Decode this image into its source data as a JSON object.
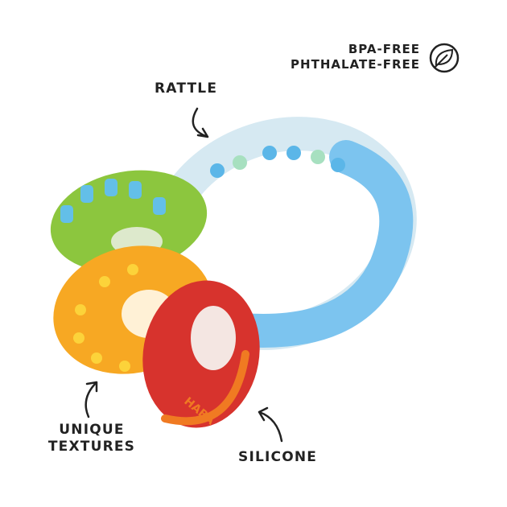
{
  "badge": {
    "line1": "BPA-FREE",
    "line2": "PHTHALATE-FREE",
    "icon": "leaf-icon"
  },
  "labels": {
    "rattle": "RATTLE",
    "textures_line1": "UNIQUE",
    "textures_line2": "TEXTURES",
    "silicone": "SILICONE"
  },
  "product": {
    "logo_text": "HABA"
  },
  "colors": {
    "blue_ring": "#7cc4ef",
    "green_disc": "#8cc63e",
    "orange_disc": "#f7a823",
    "red_disc": "#d7332d",
    "text": "#222222"
  }
}
